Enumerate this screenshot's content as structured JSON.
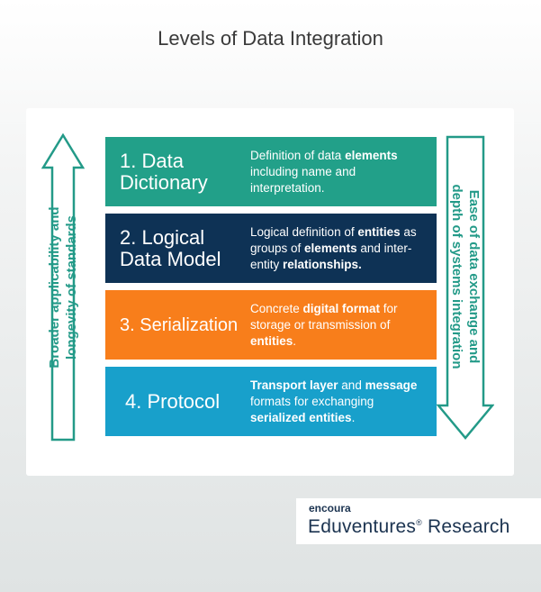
{
  "title": "Levels of Data Integration",
  "left_arrow_label": [
    "Broader applicability and",
    "longevity of standards"
  ],
  "right_arrow_label": [
    "Ease of data exchange and",
    "depth of systems integration"
  ],
  "levels": [
    {
      "title_lines": [
        "1. Data",
        "Dictionary"
      ],
      "description": [
        {
          "t": "Definition of data "
        },
        {
          "t": "elements",
          "b": true
        },
        {
          "t": " including name and interpretation."
        }
      ],
      "color": "#22a089"
    },
    {
      "title_lines": [
        "2. Logical",
        "Data Model"
      ],
      "description": [
        {
          "t": "Logical definition of "
        },
        {
          "t": "entities",
          "b": true
        },
        {
          "t": " as groups of "
        },
        {
          "t": "elements",
          "b": true
        },
        {
          "t": " and inter-entity "
        },
        {
          "t": "relationships.",
          "b": true
        }
      ],
      "color": "#0e3255"
    },
    {
      "title_lines": [
        "3. Serialization"
      ],
      "description": [
        {
          "t": "Concrete "
        },
        {
          "t": "digital format",
          "b": true
        },
        {
          "t": " for storage or transmission of "
        },
        {
          "t": "entities",
          "b": true
        },
        {
          "t": "."
        }
      ],
      "color": "#f87e1b"
    },
    {
      "title_lines": [
        "4. Protocol"
      ],
      "description": [
        {
          "t": "Transport layer",
          "b": true
        },
        {
          "t": " and "
        },
        {
          "t": "message",
          "b": true
        },
        {
          "t": " formats for exchanging "
        },
        {
          "t": "serialized entities",
          "b": true
        },
        {
          "t": "."
        }
      ],
      "color": "#18a0cb"
    }
  ],
  "logo": {
    "small": "encoura",
    "big": "Eduventures",
    "reg": "®",
    "big_suffix": " Research"
  },
  "colors": {
    "arrow": "#239a88",
    "logo": "#1b3350"
  }
}
